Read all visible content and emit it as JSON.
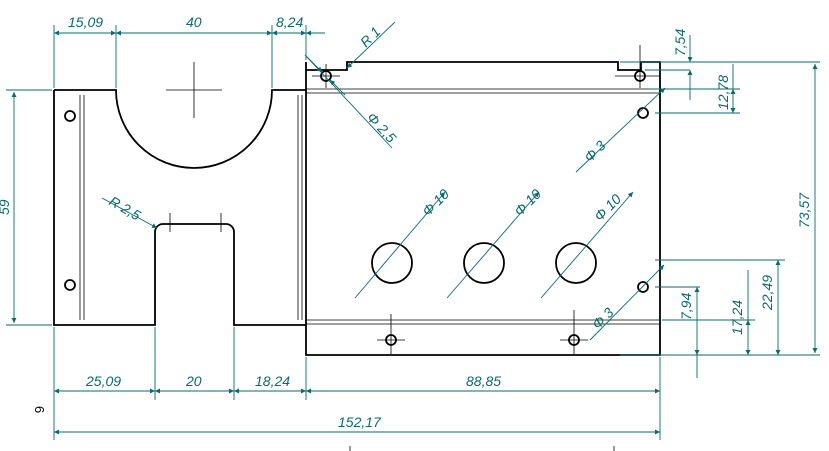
{
  "drawing": {
    "top_dims": {
      "left_margin": "15,09",
      "cutout_width": "40",
      "gap": "8,24"
    },
    "radius_top": "R 1",
    "hole_top_left": "Φ 2,5",
    "hole_right_top": "Φ 3",
    "hole_right_bottom": "Φ 3",
    "large_holes": [
      "Φ 10",
      "Φ 10",
      "Φ 10"
    ],
    "radius_slot": "R 2,5",
    "left_height": "59",
    "right_dims": {
      "d1": "7,54",
      "d2": "12,78",
      "d3": "73,57",
      "d4": "7,94",
      "d5": "17,24",
      "d6": "22,49"
    },
    "bottom_dims": {
      "b1": "25,09",
      "b2": "20",
      "b3": "18,24",
      "b4": "88,85",
      "total": "152,17"
    },
    "thickness": "6"
  },
  "colors": {
    "dimension": "#0b6a6f",
    "geometry": "#000000"
  }
}
